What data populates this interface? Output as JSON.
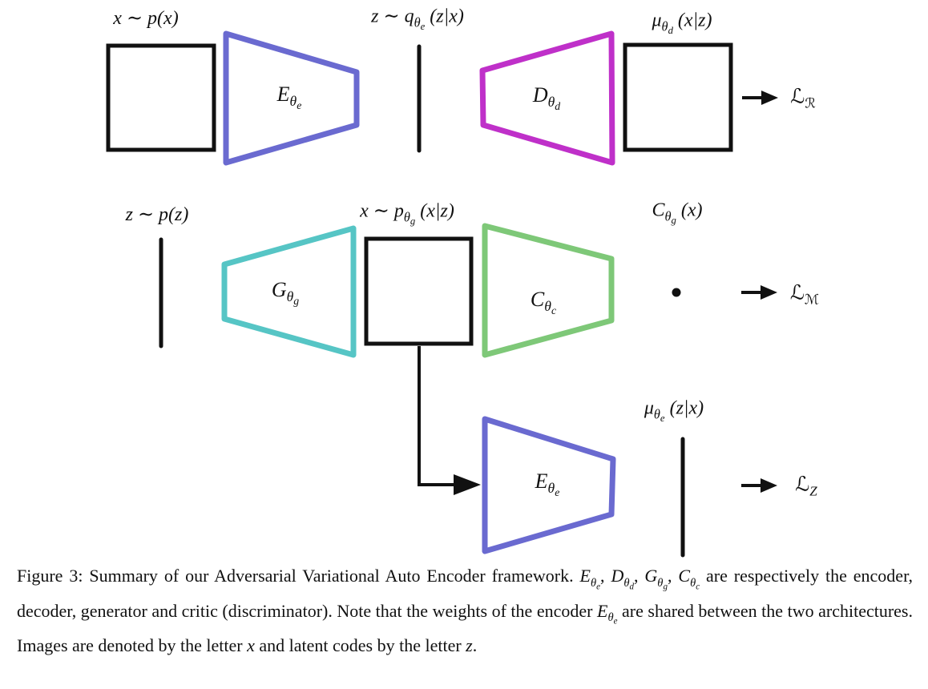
{
  "labels": {
    "input_image": "x ∼ p(x)",
    "latent_code": {
      "a": "z ∼ q",
      "sub": "θ",
      "subsub": "e",
      "b": " (z|x)"
    },
    "decoder_mean": {
      "a": "μ",
      "sub": "θ",
      "subsub": "d",
      "b": " (x|z)"
    },
    "encoder": {
      "a": "E",
      "sub": "θ",
      "subsub": "e"
    },
    "decoder": {
      "a": "D",
      "sub": "θ",
      "subsub": "d"
    },
    "loss_reconstruction": {
      "a": "ℒ",
      "sub": "ℛ"
    },
    "prior_latent": "z ∼ p(z)",
    "generated_image": {
      "a": "x ∼ p",
      "sub": "θ",
      "subsub": "g",
      "b": " (x|z)"
    },
    "critic_output": {
      "a": "C",
      "sub": "θ",
      "subsub": "g",
      "b": " (x)"
    },
    "generator": {
      "a": "G",
      "sub": "θ",
      "subsub": "g"
    },
    "critic": {
      "a": "C",
      "sub": "θ",
      "subsub": "c"
    },
    "loss_adversarial": {
      "a": "ℒ",
      "sub": "ℳ"
    },
    "encoder_mean": {
      "a": "μ",
      "sub": "θ",
      "subsub": "e",
      "b": " (z|x)"
    },
    "loss_latent": {
      "a": "ℒ",
      "sub": "Z"
    }
  },
  "colors": {
    "encoder": "#6a6ad0",
    "decoder": "#bf30c9",
    "generator": "#56c5c5",
    "critic": "#7ec878",
    "ink": "#111111"
  },
  "caption": {
    "p1": "Figure 3: Summary of our Adversarial Variational Auto Encoder framework. ",
    "sep": ", ",
    "p2": " are respectively the encoder, decoder, generator and critic (discriminator). Note that the weights of the encoder ",
    "p3": " are shared between the two architectures. Images are denoted by the letter ",
    "x": "x",
    "p4": " and latent codes by the letter ",
    "z": "z",
    "p5": "."
  }
}
